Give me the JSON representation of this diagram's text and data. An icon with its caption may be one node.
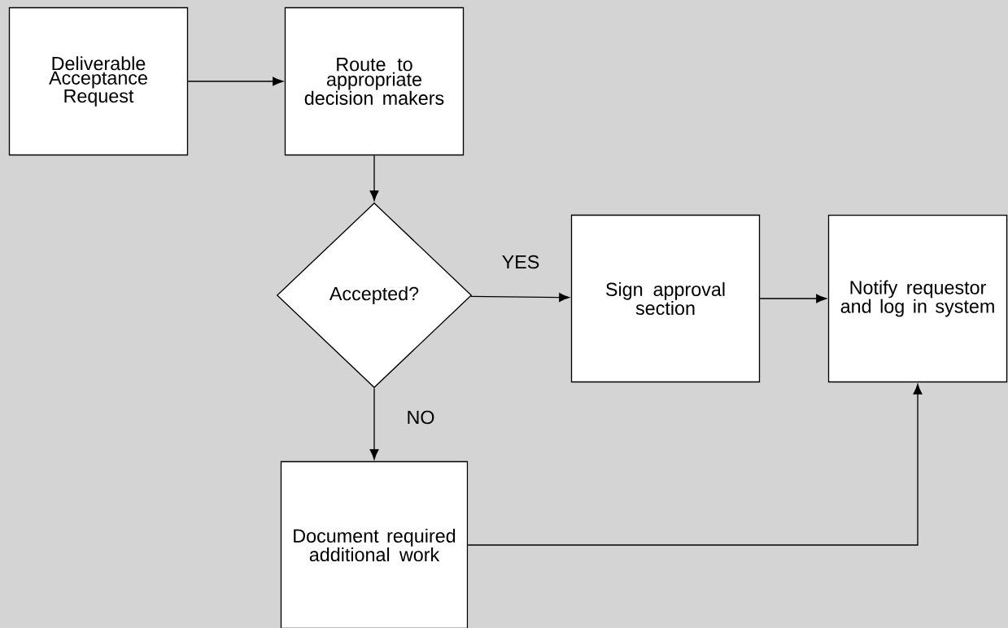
{
  "diagram": {
    "nodes": [
      {
        "text": [
          "Deliverable Acceptance Request"
        ]
      },
      {
        "text": [
          "Route to appropriate decision makers"
        ]
      },
      {
        "text": [
          "Accepted?"
        ]
      },
      {
        "text": [
          "Sign approval section"
        ]
      },
      {
        "text": [
          "Notify requestor and log in system"
        ]
      },
      {
        "text": [
          "Document required additional work"
        ]
      }
    ],
    "edges": [
      {
        "from": 0,
        "to": 1,
        "arrow": "to"
      },
      {
        "from": 1,
        "to": 2,
        "arrow": "to"
      },
      {
        "from": 2,
        "to": 3,
        "arrow": "to",
        "label": "YES"
      },
      {
        "from": 3,
        "to": 4,
        "arrow": "to"
      },
      {
        "from": 2,
        "to": 5,
        "arrow": "to",
        "label": "NO"
      },
      {
        "from": 5,
        "to": 4,
        "arrow": "to"
      }
    ]
  }
}
